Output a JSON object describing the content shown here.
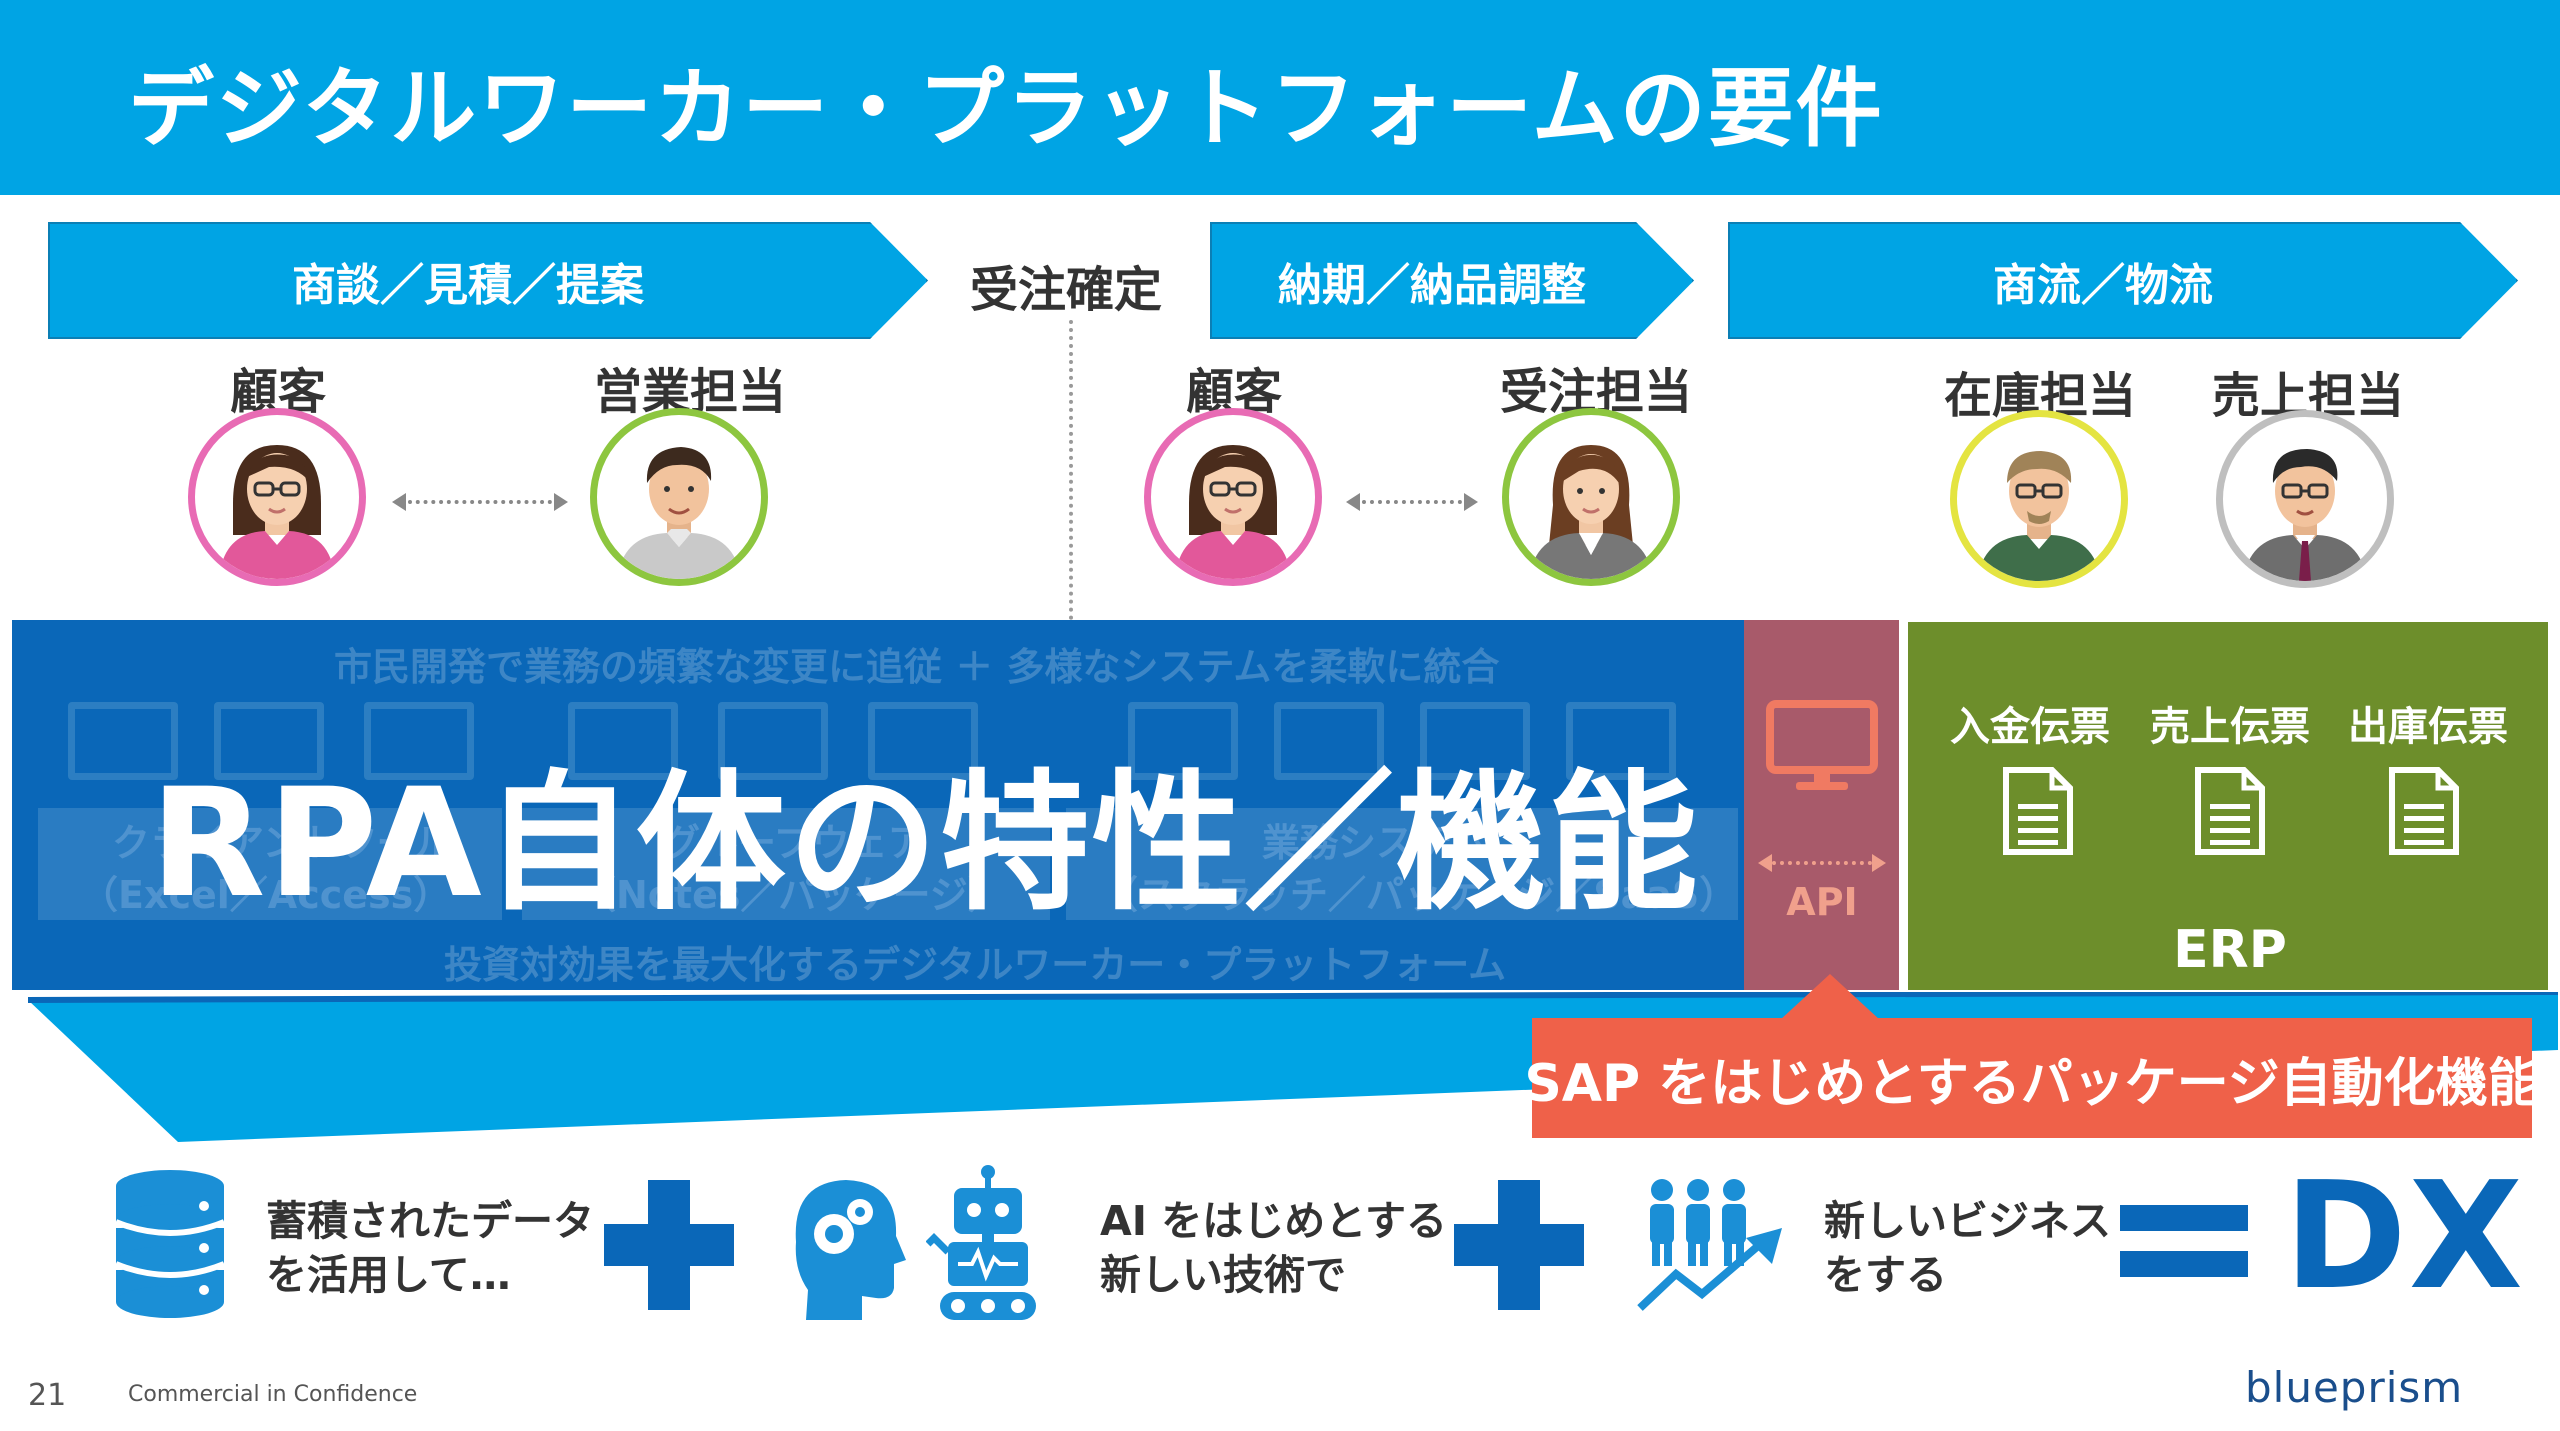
{
  "header": {
    "title": "デジタルワーカー・プラットフォームの要件"
  },
  "process": {
    "stage1": "商談／見積／提案",
    "milestone": "受注確定",
    "stage2": "納期／納品調整",
    "stage3": "商流／物流"
  },
  "roles": {
    "customer_1": "顧客",
    "sales": "営業担当",
    "customer_2": "顧客",
    "order": "受注担当",
    "inventory": "在庫担当",
    "revenue": "売上担当"
  },
  "rpa": {
    "faint_top": "市民開発で業務の頻繁な変更に追従 ＋ 多様なシステムを柔軟に統合",
    "faint_box1_line1": "クライアントツール",
    "faint_box1_line2": "（Excel／Access）",
    "faint_box2_line1": "グループウェア",
    "faint_box2_line2": "（Notes／パッケージ）",
    "faint_box3_line1": "業務システム",
    "faint_box3_line2": "（スクラッチ／パッケージ／SaaS）",
    "faint_bottom": "投資対効果を最大化するデジタルワーカー・プラットフォーム",
    "title": "RPA自体の特性／機能"
  },
  "api": {
    "label": "API"
  },
  "erp": {
    "docs": [
      "入金伝票",
      "売上伝票",
      "出庫伝票"
    ],
    "label": "ERP"
  },
  "callout": {
    "text": "SAP をはじめとするパッケージ自動化機能"
  },
  "bottom": {
    "data_line1": "蓄積されたデータ",
    "data_line2": "を活用して…",
    "ai_line1": "AI をはじめとする",
    "ai_line2": "新しい技術で",
    "biz_line1": "新しいビジネス",
    "biz_line2": "をする",
    "result": "DX"
  },
  "footer": {
    "page_number": "21",
    "confidentiality": "Commercial in Confidence",
    "brand": "blueprism"
  },
  "colors": {
    "accent_blue": "#00a4e4",
    "rpa_blue": "#0a67b8",
    "api_red": "#a85a6a",
    "erp_green": "#6d8e2b",
    "callout_orange": "#ef6149",
    "customer_ring": "#e86bb4",
    "staff_ring": "#8dc63f",
    "inventory_ring": "#e4e441",
    "revenue_ring": "#bfbfbf"
  }
}
